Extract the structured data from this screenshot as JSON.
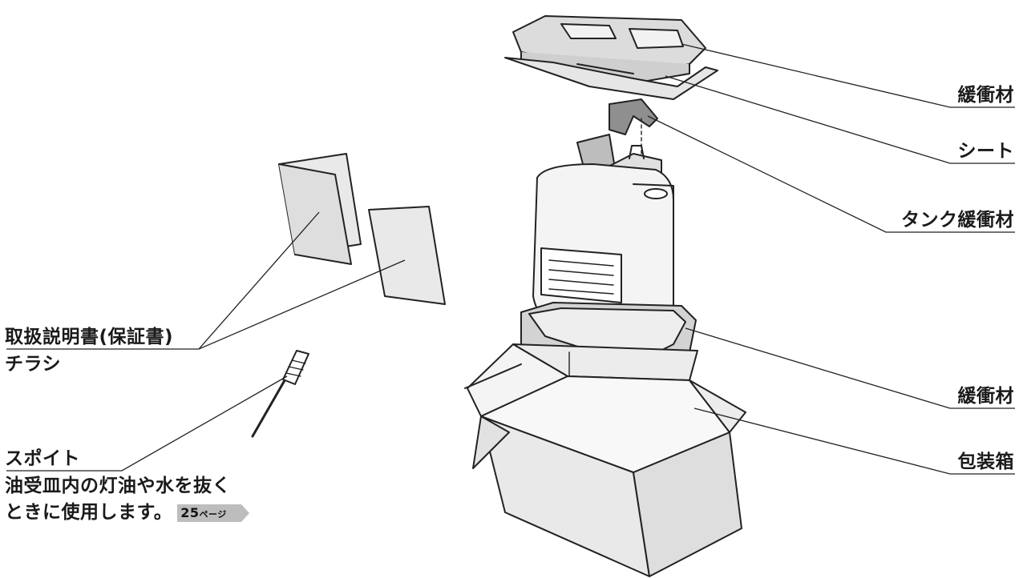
{
  "labels": {
    "cushion_top": "緩衝材",
    "sheet": "シート",
    "tank_cushion": "タンク緩衝材",
    "manual": "取扱説明書(保証書)",
    "flyer": "チラシ",
    "dropper": "スポイト",
    "dropper_note_line1": "油受皿内の灯油や水を抜く",
    "dropper_note_line2": "ときに使用します。",
    "page_ref_number": "25",
    "page_ref_unit": "ページ",
    "cushion_bottom": "緩衝材",
    "box": "包装箱"
  }
}
